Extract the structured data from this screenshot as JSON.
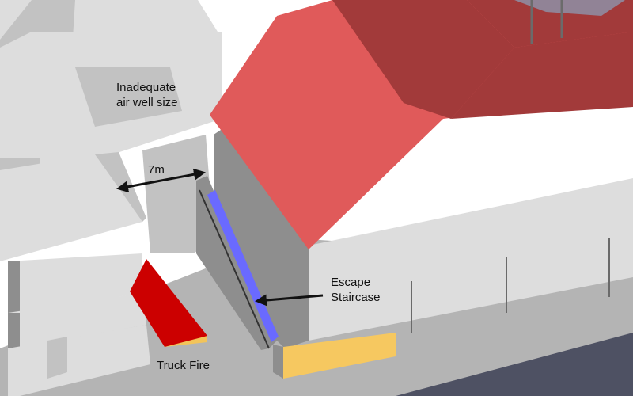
{
  "labels": {
    "air_well_line1": "Inadequate",
    "air_well_line2": "air well size",
    "distance": "7m",
    "staircase_line1": "Escape",
    "staircase_line2": "Staircase",
    "truck_fire": "Truck Fire"
  },
  "colors": {
    "roof_light": "#e05a5a",
    "roof_dark": "#a23a3a",
    "building_light": "#dddddd",
    "building_mid": "#c2c2c2",
    "building_dark": "#8e8e8e",
    "ground": "#b4b4b4",
    "road": "#4e5163",
    "staircase_blue": "#6a6aff",
    "truck_red": "#cc0000",
    "truck_base": "#f2c45a",
    "yellow_block": "#f6c860",
    "glass": "#8aa3be"
  },
  "icons": [
    "double-arrow-7m",
    "arrow-to-staircase"
  ]
}
